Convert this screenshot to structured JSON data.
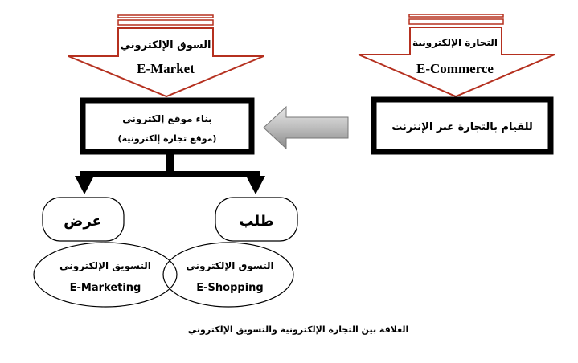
{
  "colors": {
    "arrow_outline": "#b5301f",
    "box_border": "#000000",
    "gray_arrow": "#a6a6a6"
  },
  "left_arrow": {
    "arabic": "السوق الإلكتروني",
    "english": "E-Market"
  },
  "right_arrow": {
    "arabic": "التجارة الإلكترونية",
    "english": "E-Commerce"
  },
  "left_box": {
    "line1": "بناء موقع إلكتروني",
    "line2": "(موقع تجارة إلكترونية)"
  },
  "right_box": {
    "text": "للقيام بالتجارة عبر الإنترنت"
  },
  "offer_box": {
    "text": "عرض"
  },
  "demand_box": {
    "text": "طلب"
  },
  "left_ellipse": {
    "arabic": "التسويق الإلكتروني",
    "english": "E-Marketing"
  },
  "right_ellipse": {
    "arabic": "التسوق الإلكتروني",
    "english": "E-Shopping"
  },
  "caption": "العلاقة بين التجارة الإلكترونية والتسويق الإلكتروني"
}
